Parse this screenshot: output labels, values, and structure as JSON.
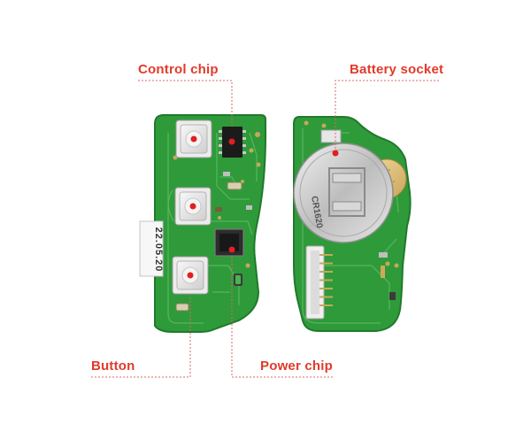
{
  "callouts": {
    "control_chip": "Control chip",
    "battery_socket": "Battery socket",
    "button": "Button",
    "power_chip": "Power chip"
  },
  "pcb_left": {
    "sticker_text": "22.05.20"
  },
  "pcb_right": {
    "battery_marking": "CR1620",
    "connector_pins": 7
  },
  "colors": {
    "pcb_green": "#2f9a3a",
    "pcb_edge": "#1f7a2c",
    "annotation_red": "#e23a2a",
    "leader_line": "#d66b6b",
    "battery_metal": "#c9c9c9"
  }
}
